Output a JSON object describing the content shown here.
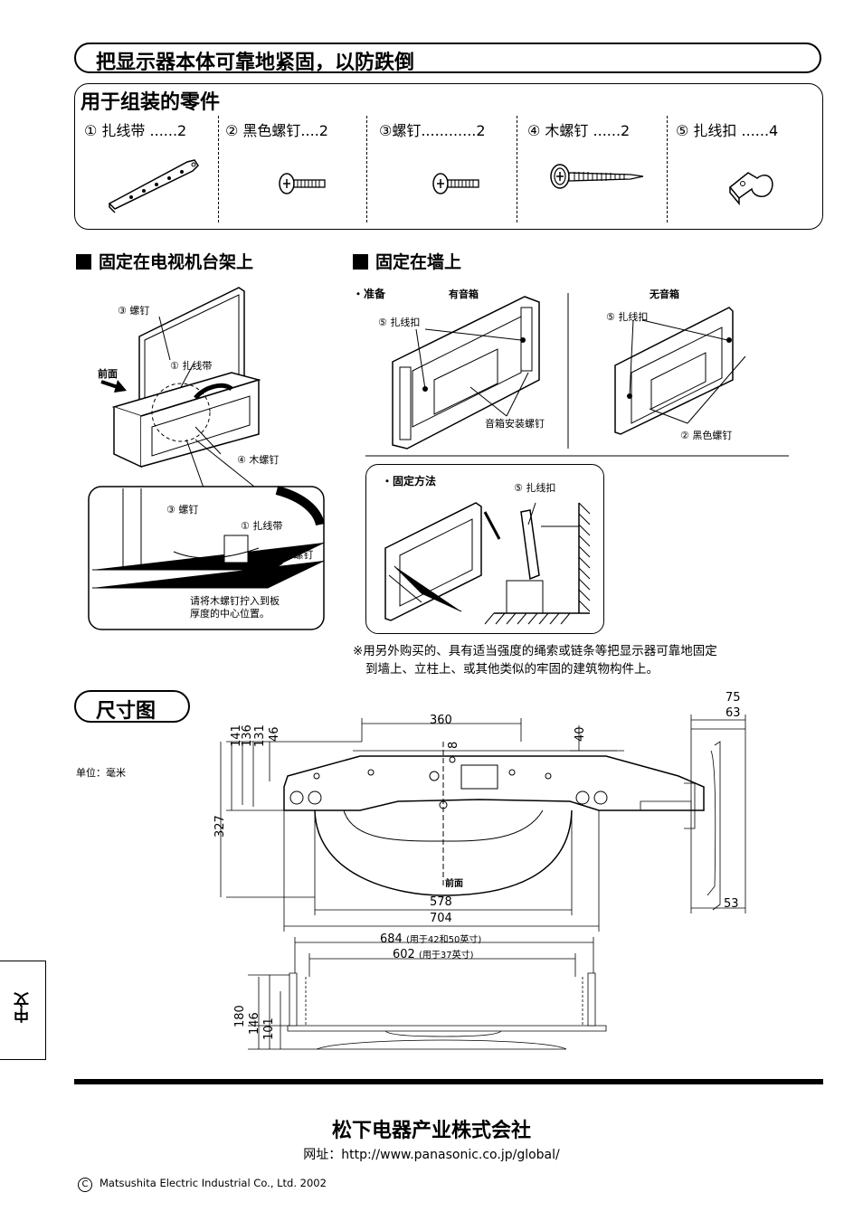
{
  "header": {
    "title": "把显示器本体可靠地紧固，以防跌倒"
  },
  "parts": {
    "title": "用于组装的零件",
    "items": [
      {
        "label": "① 扎线带 ......2",
        "icon": "cable-tie-icon"
      },
      {
        "label": "② 黑色螺钉....2",
        "icon": "black-screw-icon"
      },
      {
        "label": "③螺钉............2",
        "icon": "screw-icon"
      },
      {
        "label": "④ 木螺钉 ......2",
        "icon": "wood-screw-icon"
      },
      {
        "label": "⑤ 扎线扣 ......4",
        "icon": "cable-clamp-icon"
      }
    ]
  },
  "stand_section": {
    "title": "固定在电视机台架上",
    "labels": {
      "screw": "③ 螺钉",
      "cable_tie": "① 扎线带",
      "front": "前面",
      "wood_screw": "④ 木螺钉",
      "detail_screw": "③ 螺钉",
      "detail_tie": "① 扎线带",
      "detail_wood": "④ 木螺钉",
      "detail_note_1": "请将木螺钉拧入到板",
      "detail_note_2": "厚度的中心位置。"
    }
  },
  "wall_section": {
    "title": "固定在墙上",
    "prep": "・准备",
    "with_speaker": "有音箱",
    "without_speaker": "无音箱",
    "clamp_a": "⑤ 扎线扣",
    "clamp_b": "⑤ 扎线扣",
    "speaker_screw": "音箱安装螺钉",
    "black_screw": "② 黑色螺钉",
    "method": "・固定方法",
    "clamp_c": "⑤ 扎线扣"
  },
  "note": {
    "line1": "※用另外购买的、具有适当强度的绳索或链条等把显示器可靠地固定",
    "line2": "到墙上、立柱上、或其他类似的牢固的建筑物构件上。"
  },
  "dimensions": {
    "title": "尺寸图",
    "unit": "单位：毫米",
    "front": "前面",
    "labels": {
      "d141": "141",
      "d136": "136",
      "d131": "131",
      "d46": "46",
      "d360": "360",
      "d40": "40",
      "d8": "8",
      "d327": "327",
      "d578": "578",
      "d704": "704",
      "d75": "75",
      "d63": "63",
      "d53": "53",
      "d684": "684",
      "d684_note": "(用于42和50英寸)",
      "d602": "602",
      "d602_note": "(用于37英寸)",
      "d180": "180",
      "d146": "146",
      "d101": "101"
    }
  },
  "side_tab": {
    "label": "中文"
  },
  "footer": {
    "company": "松下电器产业株式会社",
    "website": "网址：http://www.panasonic.co.jp/global/",
    "copyright_symbol": "C",
    "copyright": "Matsushita Electric Industrial Co., Ltd.  2002"
  }
}
